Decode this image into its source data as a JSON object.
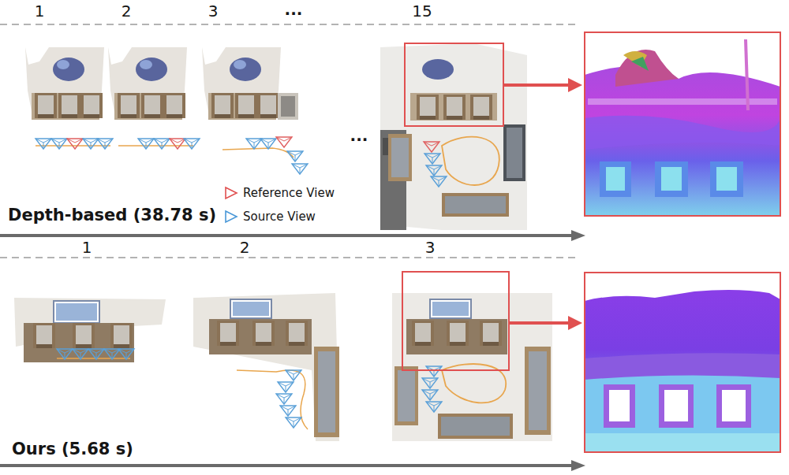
{
  "diagram": {
    "labels": [
      "1",
      "2",
      "3",
      "...",
      "15",
      "...",
      "Depth-based (38.78 s)",
      "1",
      "2",
      "3",
      "Ours (5.68 s)"
    ],
    "legend": [
      {
        "text": "Reference View"
      },
      {
        "text": "Source View"
      }
    ]
  }
}
